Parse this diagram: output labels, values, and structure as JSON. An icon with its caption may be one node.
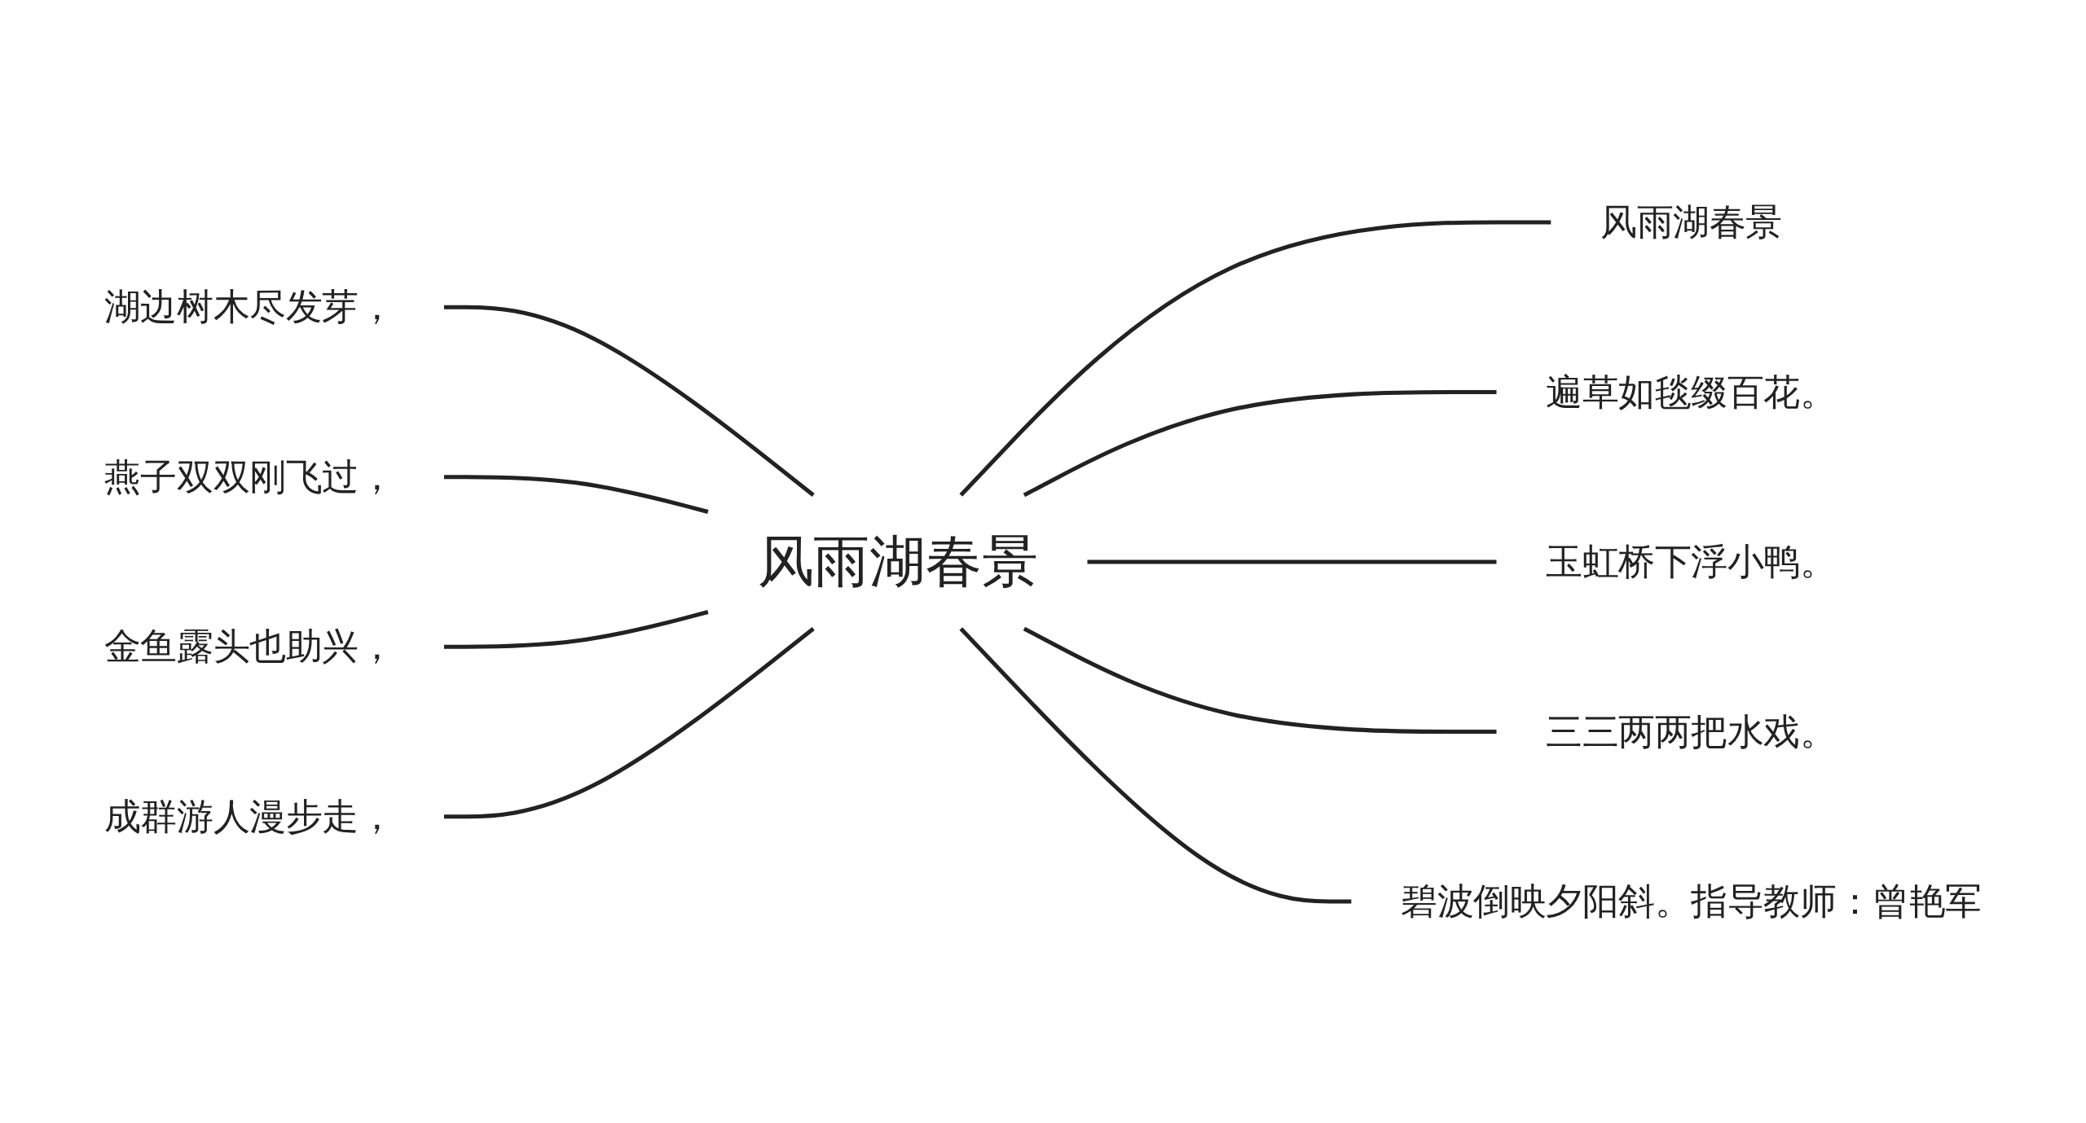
{
  "diagram": {
    "nodes": [
      {
        "text": [
          "风雨湖春景"
        ]
      },
      {
        "text": [
          "风雨湖春景"
        ]
      },
      {
        "text": [
          "遍草如毯缀百花。"
        ]
      },
      {
        "text": [
          "玉虹桥下浮小鸭。"
        ]
      },
      {
        "text": [
          "三三两两把水戏。"
        ]
      },
      {
        "text": [
          "碧波倒映夕阳斜。指导教师：曾艳军"
        ]
      },
      {
        "text": [
          "湖边树木尽发芽，"
        ]
      },
      {
        "text": [
          "燕子双双刚飞过，"
        ]
      },
      {
        "text": [
          "金鱼露头也助兴，"
        ]
      },
      {
        "text": [
          "成群游人漫步走，"
        ]
      }
    ],
    "edges": [
      {
        "from": 0,
        "to": 1,
        "arrow": "none"
      },
      {
        "from": 0,
        "to": 2,
        "arrow": "none"
      },
      {
        "from": 0,
        "to": 3,
        "arrow": "none"
      },
      {
        "from": 0,
        "to": 4,
        "arrow": "none"
      },
      {
        "from": 0,
        "to": 5,
        "arrow": "none"
      },
      {
        "from": 6,
        "to": 0,
        "arrow": "none"
      },
      {
        "from": 7,
        "to": 0,
        "arrow": "none"
      },
      {
        "from": 8,
        "to": 0,
        "arrow": "none"
      },
      {
        "from": 9,
        "to": 0,
        "arrow": "none"
      }
    ]
  }
}
